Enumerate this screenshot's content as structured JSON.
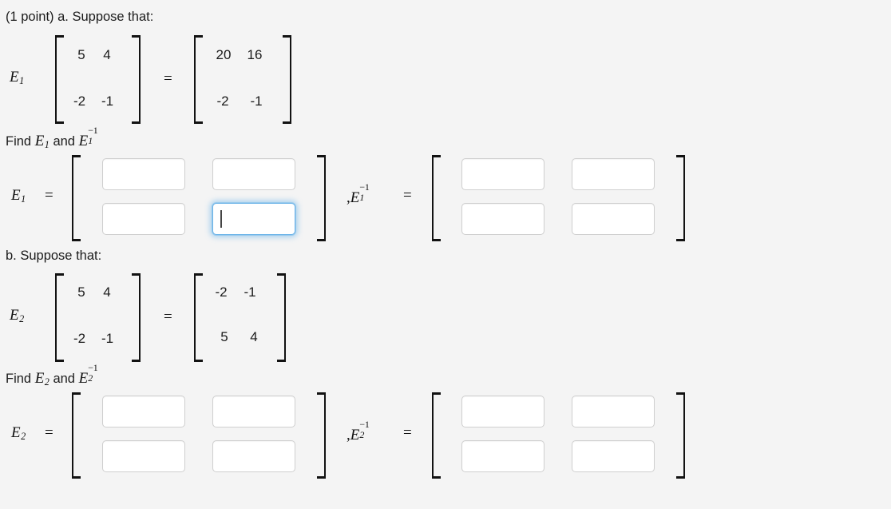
{
  "problem": {
    "part_a": {
      "heading": "(1 point) a. Suppose that:",
      "lhs_label": "E",
      "lhs_sub": "1",
      "given_matrix": [
        [
          "5",
          "4"
        ],
        [
          "-2",
          "-1"
        ]
      ],
      "equals": "=",
      "result_matrix": [
        [
          "20",
          "16"
        ],
        [
          "-2",
          "-1"
        ]
      ],
      "find_line": {
        "prefix": "Find ",
        "first": "E",
        "first_sub": "1",
        "middle": " and ",
        "second": "E",
        "second_sub": "1",
        "second_sup": "−1"
      },
      "answer_left": {
        "label": "E",
        "label_sub": "1",
        "equals": "=",
        "cells": [
          [
            "",
            ""
          ],
          [
            "",
            ""
          ]
        ],
        "focused_cell": [
          1,
          1
        ]
      },
      "answer_right": {
        "comma": ",",
        "label": "E",
        "label_sub": "1",
        "label_sup": "−1",
        "equals": "=",
        "cells": [
          [
            "",
            ""
          ],
          [
            "",
            ""
          ]
        ]
      }
    },
    "part_b": {
      "heading": "b. Suppose that:",
      "lhs_label": "E",
      "lhs_sub": "2",
      "given_matrix": [
        [
          "5",
          "4"
        ],
        [
          "-2",
          "-1"
        ]
      ],
      "equals": "=",
      "result_matrix": [
        [
          "-2",
          "-1"
        ],
        [
          "5",
          "4"
        ]
      ],
      "find_line": {
        "prefix": "Find ",
        "first": "E",
        "first_sub": "2",
        "middle": " and ",
        "second": "E",
        "second_sub": "2",
        "second_sup": "−1"
      },
      "answer_left": {
        "label": "E",
        "label_sub": "2",
        "equals": "=",
        "cells": [
          [
            "",
            ""
          ],
          [
            "",
            ""
          ]
        ]
      },
      "answer_right": {
        "comma": ",",
        "label": "E",
        "label_sub": "2",
        "label_sup": "−1",
        "equals": "=",
        "cells": [
          [
            "",
            ""
          ],
          [
            "",
            ""
          ]
        ]
      }
    }
  },
  "colors": {
    "page_background": "#f4f4f4",
    "input_border": "#cfcfcf",
    "input_focus_border": "#6cb4e8",
    "text": "#1b1b1b",
    "bracket": "#121212"
  }
}
